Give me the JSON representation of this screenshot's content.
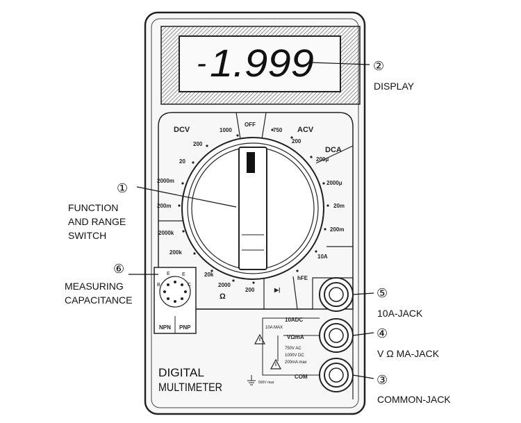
{
  "display": {
    "reading": "1.999",
    "sign": "-"
  },
  "callouts": {
    "c1": {
      "number": "①",
      "lines": [
        "FUNCTION",
        "AND RANGE",
        "SWITCH"
      ]
    },
    "c2": {
      "number": "②",
      "lines": [
        "DISPLAY"
      ]
    },
    "c3": {
      "number": "③",
      "lines": [
        "COMMON-JACK"
      ]
    },
    "c4": {
      "number": "④",
      "lines": [
        "V Ω MA-JACK"
      ]
    },
    "c5": {
      "number": "⑤",
      "lines": [
        "10A-JACK"
      ]
    },
    "c6": {
      "number": "⑥",
      "lines": [
        "MEASURING",
        "CAPACITANCE"
      ]
    }
  },
  "dial": {
    "sections": {
      "dcv": "DCV",
      "acv": "ACV",
      "dca": "DCA",
      "off": "OFF",
      "hfe": "hFE",
      "ohm": "Ω"
    },
    "ranges": {
      "dcv_1000": "1000",
      "dcv_200": "200",
      "dcv_20": "20",
      "dcv_2000m": "2000m",
      "dcv_200m": "200m",
      "acv_750": "750",
      "acv_200": "200",
      "dca_200u": "200μ",
      "dca_2000u": "2000μ",
      "dca_20m": "20m",
      "dca_200m": "200m",
      "dca_10a": "10A",
      "ohm_2000k": "2000k",
      "ohm_200k": "200k",
      "ohm_20k": "20k",
      "ohm_2000": "2000",
      "ohm_200": "200"
    },
    "diode_symbol": "▶|"
  },
  "transistor_socket": {
    "npn": "NPN",
    "pnp": "PNP",
    "pins": [
      "E",
      "B",
      "C",
      "E"
    ]
  },
  "jacks": {
    "label_10adc": "10ADC",
    "note_10a": "10A MAX",
    "label_vomа": "VΩmA",
    "ratings": [
      "750V AC",
      "1000V DC",
      "200mA max"
    ],
    "label_com": "COM",
    "com_rating": "500V max"
  },
  "brand": {
    "lines": [
      "DIGITAL",
      "MULTIMETER"
    ]
  }
}
